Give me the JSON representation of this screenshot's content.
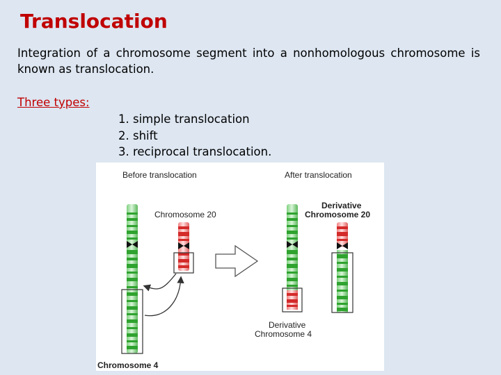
{
  "slide": {
    "title": "Translocation",
    "intro": "Integration of a chromosome segment into a nonhomologous chromosome is known as translocation.",
    "types_label": "Three types:",
    "types": [
      "1. simple translocation",
      "2. shift",
      "3. reciprocal translocation."
    ]
  },
  "figure": {
    "before_label": "Before translocation",
    "after_label": "After translocation",
    "chr20_label": "Chromosome 20",
    "chr4_label": "Chromosome 4",
    "deriv20_line1": "Derivative",
    "deriv20_line2": "Chromosome 20",
    "deriv4_line1": "Derivative",
    "deriv4_line2": "Chromosome 4"
  },
  "colors": {
    "title": "#c00000",
    "background": "#dde6f1",
    "chromosome_green": "#2fa32f",
    "chromosome_red": "#d42a2a"
  }
}
